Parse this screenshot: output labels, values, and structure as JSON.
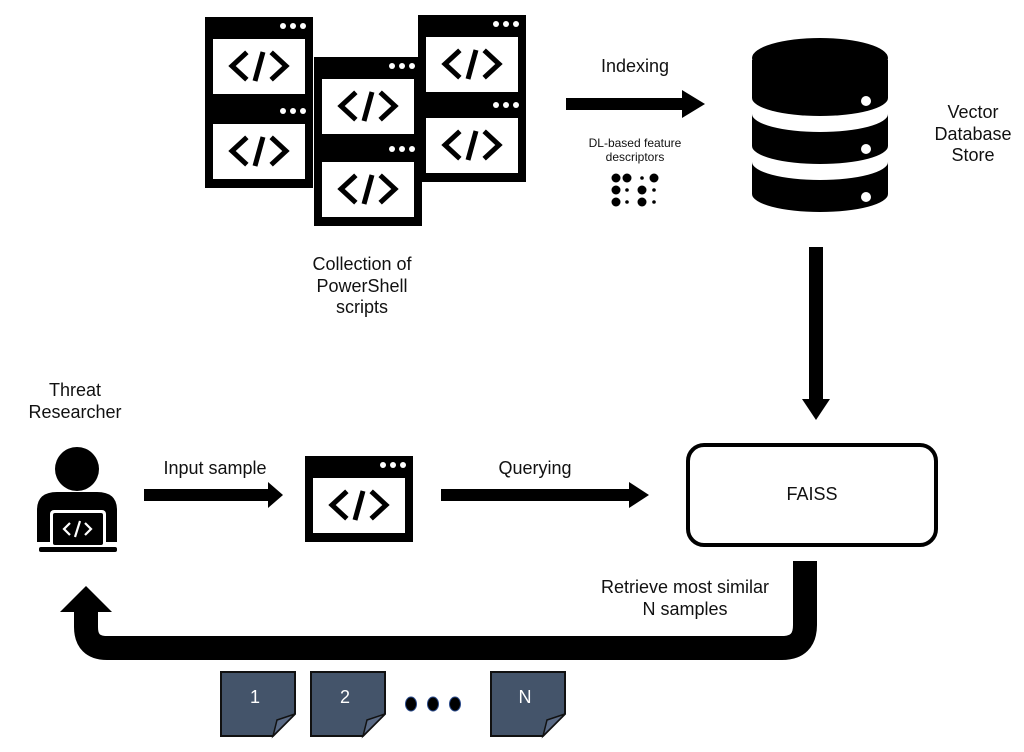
{
  "diagram": {
    "nodes": {
      "script_collection": {
        "label": "Collection of\nPowerShell\nscripts",
        "icon": "code-window-icon",
        "count": 6
      },
      "vector_db": {
        "label": "Vector\nDatabase\nStore",
        "icon": "database-icon"
      },
      "threat_researcher": {
        "label": "Threat\nResearcher",
        "icon": "user-laptop-icon"
      },
      "input_script": {
        "icon": "code-window-icon"
      },
      "faiss": {
        "label": "FAISS"
      },
      "results": {
        "items": [
          "1",
          "2",
          "N"
        ],
        "ellipsis": "dots",
        "doc_color": "#44546a"
      }
    },
    "edges": {
      "indexing": {
        "label": "Indexing",
        "sublabel": "DL-based feature\ndescriptors",
        "from": "script_collection",
        "to": "vector_db"
      },
      "db_to_faiss": {
        "from": "vector_db",
        "to": "faiss"
      },
      "input_sample": {
        "label": "Input sample",
        "from": "threat_researcher",
        "to": "input_script"
      },
      "querying": {
        "label": "Querying",
        "from": "input_script",
        "to": "faiss"
      },
      "retrieve": {
        "label": "Retrieve most similar\nN samples",
        "from": "faiss",
        "to": "threat_researcher"
      }
    }
  }
}
